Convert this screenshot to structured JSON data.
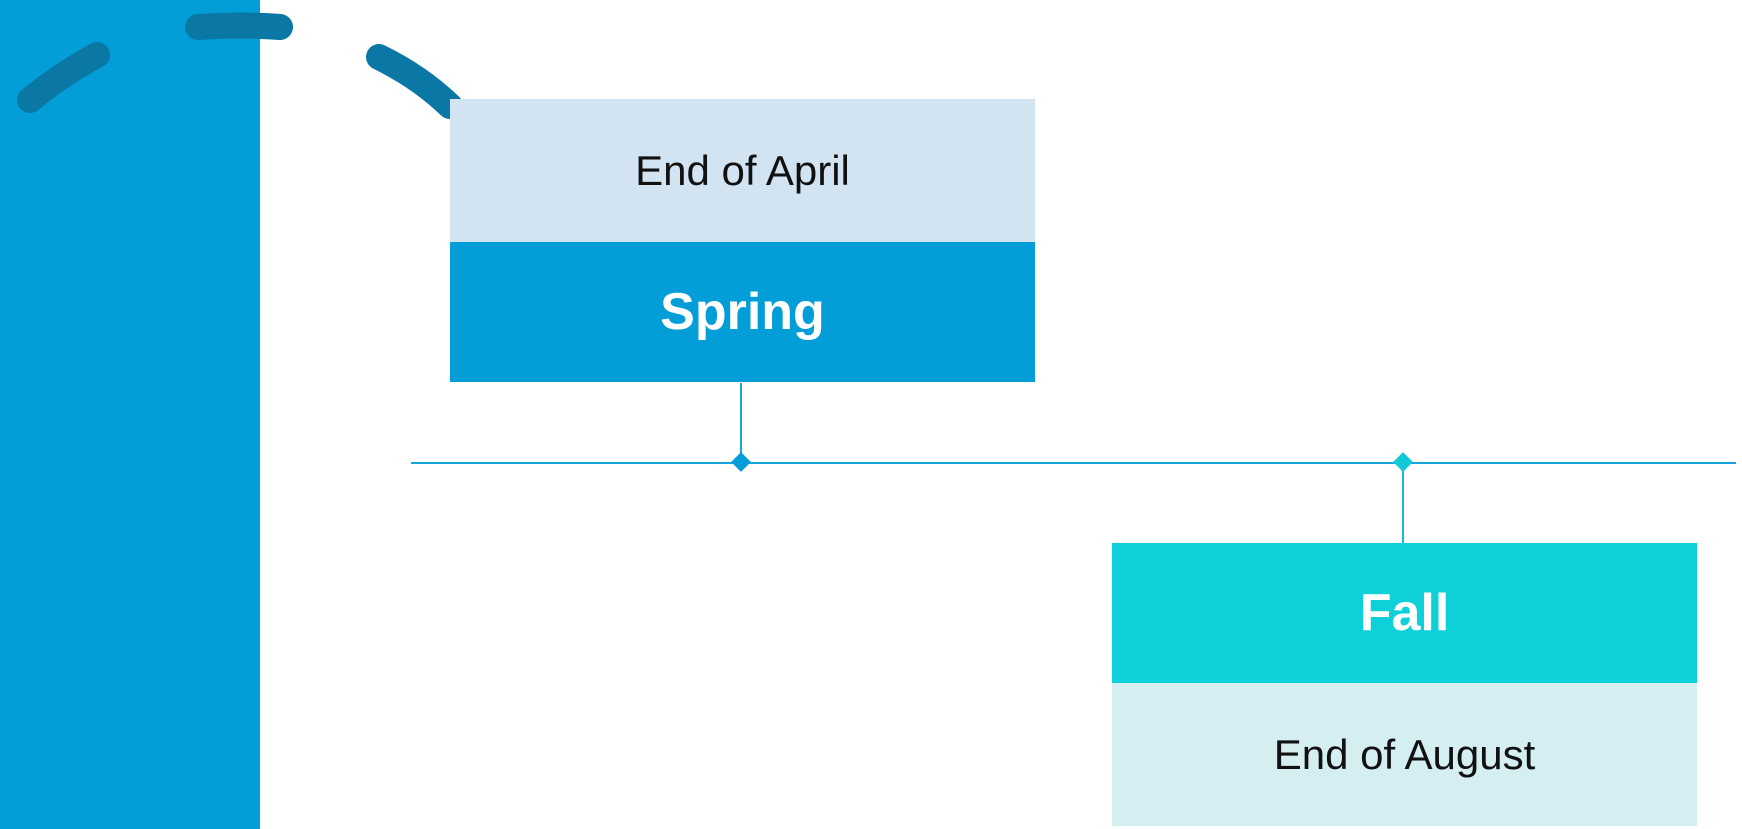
{
  "colors": {
    "side_bar": "#039ed8",
    "arc_dark": "#0a77a4",
    "arc_light": "#b4d5eb",
    "timeline_line": "#1aa3db",
    "spring_header": "#039ed8",
    "spring_date_bg": "#d2e3f1",
    "fall_header": "#0ed0d9",
    "fall_date_bg": "#d4eef2"
  },
  "timeline": {
    "milestones": [
      {
        "season": "Spring",
        "date": "End of April"
      },
      {
        "season": "Fall",
        "date": "End of August"
      }
    ]
  }
}
